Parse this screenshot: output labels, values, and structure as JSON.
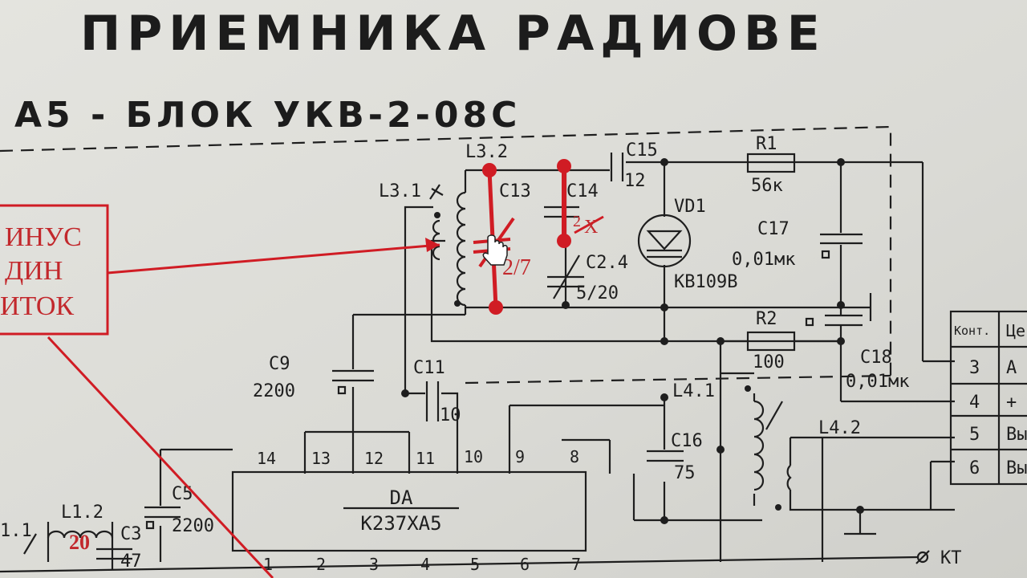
{
  "header": {
    "title": "ПРИЕМНИКА РАДИОВЕ",
    "subtitle": "А5 - БЛОК УКВ-2-08С"
  },
  "components": {
    "L3_2": "L3.2",
    "C15": "C15",
    "R1": "R1",
    "L3_1": "L3.1",
    "C13": "C13",
    "C14": "C14",
    "C15_val": "12",
    "R1_val": "56к",
    "VD1": "VD1",
    "C17": "C17",
    "C17_val": "0,01мк",
    "VD1_type": "КВ109В",
    "C2_4": "C2.4",
    "C2_4_val": "5/20",
    "R2": "R2",
    "R2_val": "100",
    "C9": "C9",
    "C9_val": "2200",
    "C11": "C11",
    "C11_val": "10",
    "C18": "C18",
    "C18_val": "0,01мк",
    "L4_1": "L4.1",
    "L4_2": "L4.2",
    "C16": "C16",
    "C16_val": "75",
    "C5": "C5",
    "C5_val": "2200",
    "L1_2": "L1.2",
    "L1_1": "1.1",
    "C3": "C3",
    "C3_val": "47",
    "DA": "DA",
    "DA_type": "К237ХА5",
    "KT": "КТ",
    "pins_top": [
      "14",
      "13",
      "12",
      "11",
      "10",
      "9",
      "8"
    ],
    "pins_bottom": [
      "1",
      "2",
      "3",
      "4",
      "5",
      "6",
      "7"
    ]
  },
  "connector": {
    "header_kont": "Конт.",
    "header_tsep": "Це",
    "rows": [
      {
        "num": "3",
        "sig": "А"
      },
      {
        "num": "4",
        "sig": "+"
      },
      {
        "num": "5",
        "sig": "Вы"
      },
      {
        "num": "6",
        "sig": "Вы"
      }
    ]
  },
  "annotation": {
    "lines": [
      "ИНУС",
      "ДИН",
      "ИТОК"
    ],
    "ratio": "2/7",
    "l12_turns": "20",
    "c14_mark": "2",
    "c14_cross": "Х"
  },
  "colors": {
    "ink": "#1e1e1e",
    "paper": "#dcdcd7",
    "red": "#d01c24"
  }
}
